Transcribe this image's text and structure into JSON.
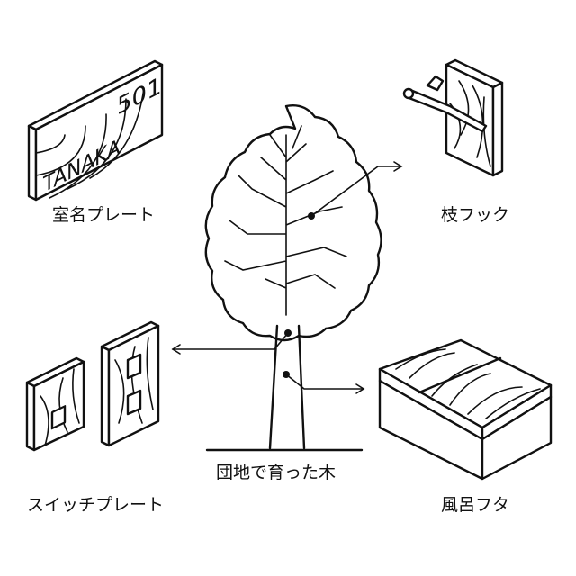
{
  "title": "団地で育った木",
  "items": {
    "name_plate": {
      "label": "室名プレート",
      "name_text": "TANAKA",
      "room_number": "501"
    },
    "branch_hook": {
      "label": "枝フック"
    },
    "switch_plate": {
      "label": "スイッチプレート"
    },
    "bath_lid": {
      "label": "風呂フタ"
    }
  },
  "colors": {
    "line": "#111111",
    "background": "#ffffff"
  }
}
